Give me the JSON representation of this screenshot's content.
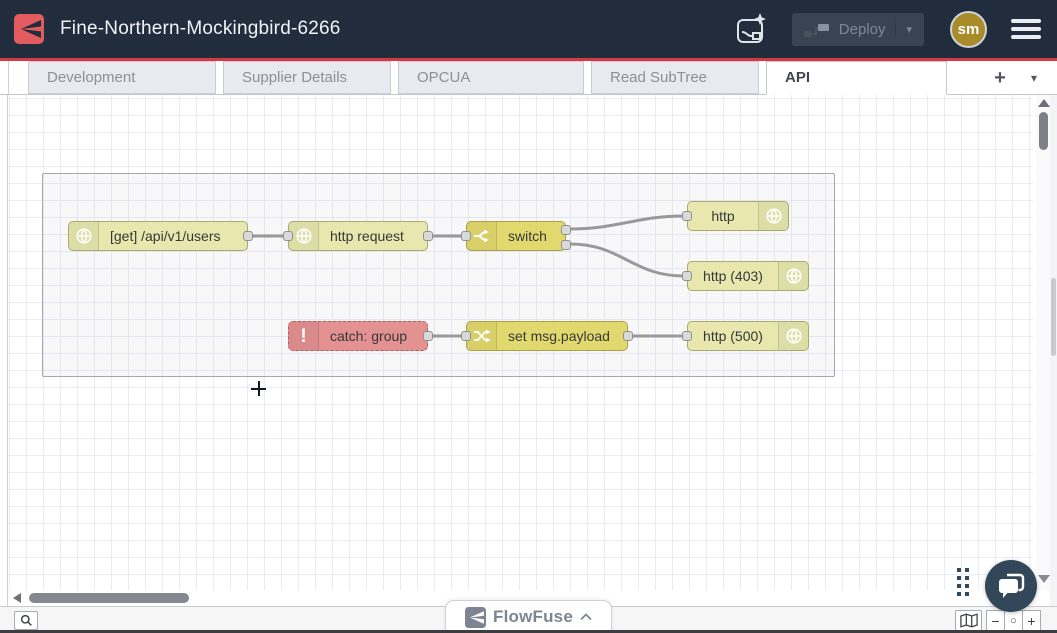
{
  "header": {
    "title": "Fine-Northern-Mockingbird-6266",
    "deploy": {
      "label": "Deploy",
      "caret": "▾"
    },
    "avatar_initials": "sm"
  },
  "colors": {
    "header_bg": "#212c3d",
    "accent_red": "#d23b41",
    "node_pale_yellow": "#e7e7ae",
    "node_gold": "#e2d96e",
    "node_red": "#e49191",
    "wire": "#999999",
    "avatar_bg": "#a98c2a",
    "chat_bubble_bg": "#33475b"
  },
  "tabs": {
    "items": [
      {
        "label": "Development",
        "active": false
      },
      {
        "label": "Supplier Details",
        "active": false
      },
      {
        "label": "OPCUA",
        "active": false
      },
      {
        "label": "Read SubTree",
        "active": false
      },
      {
        "label": "API",
        "active": true
      }
    ],
    "add_button": "+",
    "menu_caret": "▾"
  },
  "flow": {
    "nodes": [
      {
        "label": "[get] /api/v1/users",
        "type": "http in",
        "icon": "globe-icon"
      },
      {
        "label": "http request",
        "type": "http request",
        "icon": "globe-icon"
      },
      {
        "label": "switch",
        "type": "switch",
        "icon": "fork-icon"
      },
      {
        "label": "http",
        "type": "http response",
        "icon": "globe-icon"
      },
      {
        "label": "http (403)",
        "type": "http response",
        "icon": "globe-icon"
      },
      {
        "label": "catch: group",
        "type": "catch",
        "icon": "exclamation-icon",
        "icon_glyph": "!"
      },
      {
        "label": "set msg.payload",
        "type": "change",
        "icon": "shuffle-icon"
      },
      {
        "label": "http (500)",
        "type": "http response",
        "icon": "globe-icon"
      }
    ],
    "wires": [
      {
        "from": "[get] /api/v1/users",
        "to": "http request"
      },
      {
        "from": "http request",
        "to": "switch"
      },
      {
        "from": "switch:output1",
        "to": "http"
      },
      {
        "from": "switch:output2",
        "to": "http (403)"
      },
      {
        "from": "catch: group",
        "to": "set msg.payload"
      },
      {
        "from": "set msg.payload",
        "to": "http (500)"
      }
    ]
  },
  "branding": {
    "label": "FlowFuse"
  },
  "footer": {
    "zoom_out": "−",
    "zoom_reset": "○",
    "zoom_in": "+"
  }
}
